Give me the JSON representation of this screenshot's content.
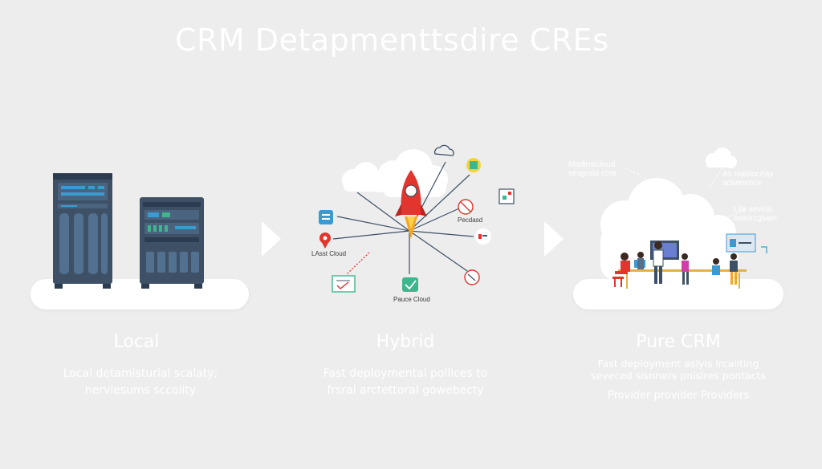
{
  "title": "CRM Detapmenttsdire CREs",
  "panels": {
    "local": {
      "heading": "Local",
      "desc_line1": "Local detamisturial scalaty;",
      "desc_line2": "nervlesums sccolity"
    },
    "hybrid": {
      "heading": "Hybrid",
      "desc_line1": "Fast deploymental pollices to",
      "desc_line2": "frsral arctettoral gowebecty",
      "node_labels": {
        "left": "LAsst Cloud",
        "bottom": "Pauce Cloud",
        "right": "Pecdasd"
      }
    },
    "pure": {
      "heading": "Pure CRM",
      "desc_line1": "Fast deployment aslyis lrcaiiting",
      "desc_line2": "seveced sisnners pnisires pontacts",
      "desc_line3": "Provider provider Providers",
      "cloud_labels": {
        "top_left_1": "Modinsicloud",
        "top_left_2": "sesgrata rcns",
        "top_right_1": "As mabloc/ray",
        "top_right_2": "adsenence",
        "mid_right_1": "Lite seviral",
        "mid_right_2": "assorcgsam"
      }
    }
  },
  "colors": {
    "background": "#ededed",
    "server_dark": "#3d5066",
    "server_accent": "#3d9ad1",
    "server_green": "#3fb58e",
    "rocket_red": "#e2352e",
    "white": "#ffffff"
  }
}
